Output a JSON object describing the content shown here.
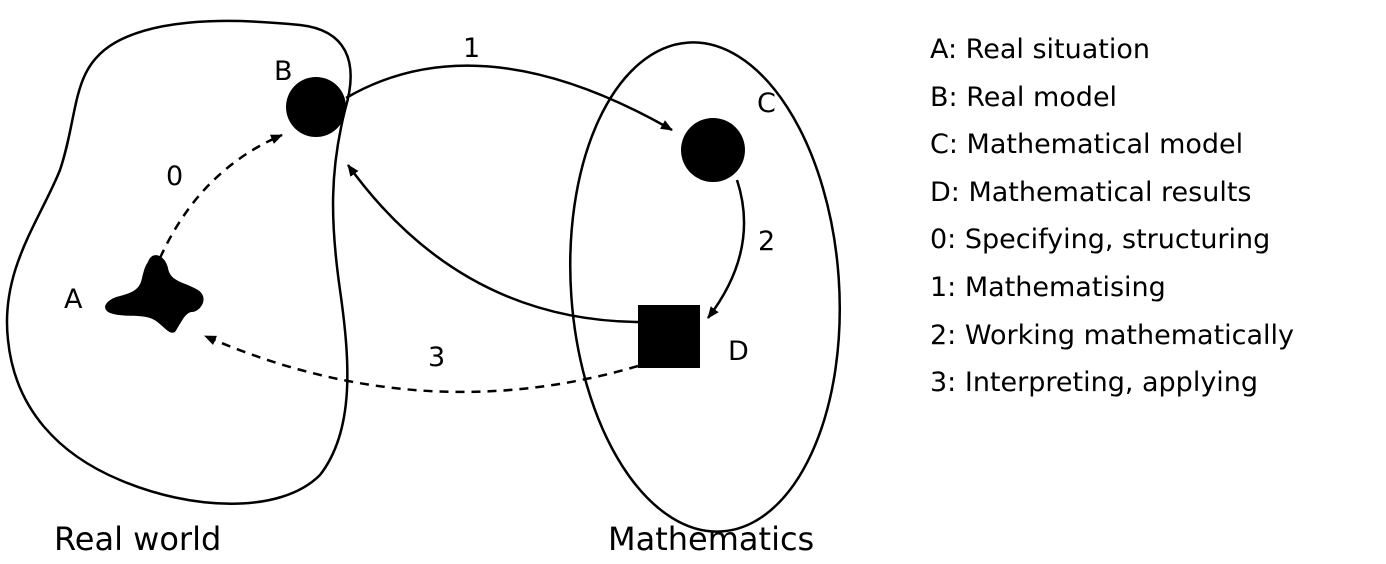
{
  "nodes": {
    "A": "A",
    "B": "B",
    "C": "C",
    "D": "D"
  },
  "arrows": {
    "step0": "0",
    "step1": "1",
    "step2": "2",
    "step3": "3"
  },
  "regions": {
    "real_world": "Real world",
    "mathematics": "Mathematics"
  },
  "legend": [
    "A: Real situation",
    "B: Real model",
    "C: Mathematical model",
    "D: Mathematical results",
    "0: Specifying, structuring",
    "1: Mathematising",
    "2: Working mathematically",
    "3: Interpreting, applying"
  ]
}
